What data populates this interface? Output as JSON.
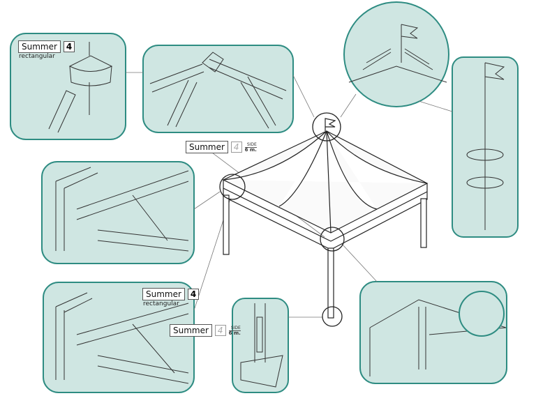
{
  "colors": {
    "panel_fill": "#cfe6e2",
    "panel_stroke": "#2e8c82",
    "line": "#333333"
  },
  "labels": {
    "top_left": {
      "brand": "Summer",
      "number": "4",
      "subtitle": "rectangular"
    },
    "middle_side": {
      "brand": "Summer",
      "number": "4",
      "side": "SIDE",
      "length": "6 m."
    },
    "bottom_left": {
      "brand": "Summer",
      "number": "4",
      "subtitle": "rectangular"
    },
    "bottom_side": {
      "brand": "Summer",
      "number": "4",
      "side": "SIDE",
      "length": "6 m."
    }
  }
}
